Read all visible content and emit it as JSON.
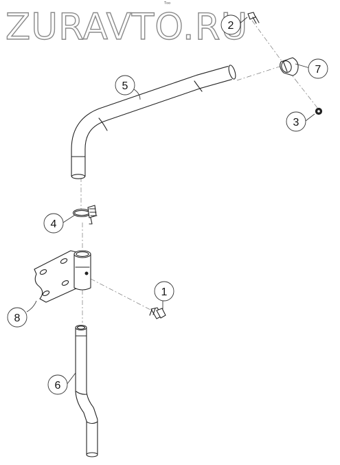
{
  "watermark": {
    "text": "ZURAVTO.RU"
  },
  "top_label": {
    "text": "Тоо"
  },
  "callouts": [
    {
      "id": "1",
      "label": "1"
    },
    {
      "id": "2",
      "label": "2"
    },
    {
      "id": "3",
      "label": "3"
    },
    {
      "id": "4",
      "label": "4"
    },
    {
      "id": "5",
      "label": "5"
    },
    {
      "id": "6",
      "label": "6"
    },
    {
      "id": "7",
      "label": "7"
    },
    {
      "id": "8",
      "label": "8"
    }
  ]
}
